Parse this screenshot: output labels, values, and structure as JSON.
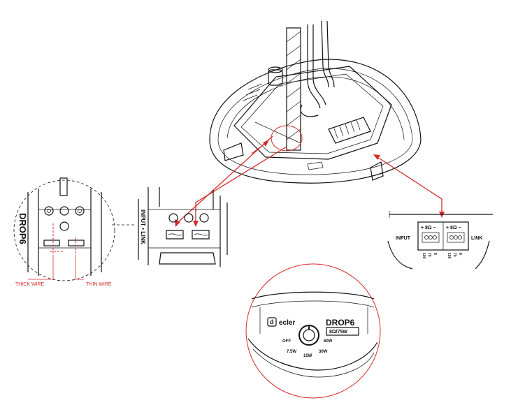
{
  "inset_left": {
    "brand_text": "DROP6",
    "thick_wire_label": "THICK WIRE",
    "thin_wire_label": "THIN WIRE"
  },
  "inset_middle": {
    "side_text": "INPUT • LINK"
  },
  "inset_right": {
    "input_label": "INPUT",
    "link_label": "LINK",
    "terminal_1": "+ 8Ω −",
    "terminal_2": "+ 8Ω −",
    "marks_1": [
      "100",
      "70",
      "8"
    ],
    "marks_2": [
      "100",
      "70",
      "8"
    ]
  },
  "inset_bottom": {
    "logo_text": "ecler",
    "model_text": "DROP6",
    "impedance_box": "8Ω/75W",
    "selector_off": "OFF",
    "selector_7_5": "7.5W",
    "selector_15": "15W",
    "selector_30": "30W",
    "selector_60": "60W"
  },
  "colors": {
    "accent": "#d62b2b",
    "line": "#111111"
  }
}
